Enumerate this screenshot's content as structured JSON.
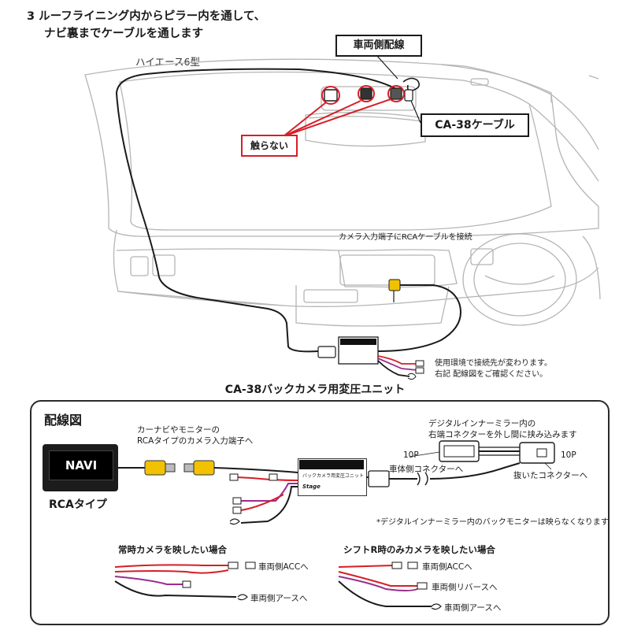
{
  "step": {
    "line1": "3 ルーフライニング内からピラー内を通して、",
    "line2": "ナビ裏までケーブルを通します"
  },
  "car_model": "ハイエース6型",
  "callouts": {
    "vehicle_wiring": "車両側配線",
    "ca38_cable": "CA-38ケーブル",
    "do_not_touch": "触らない",
    "camera_input": "カメラ入力端子にRCAケーブルを接続",
    "note_env_1": "使用環境で接続先が変わります。",
    "note_env_2": "右記 配線図をご確認ください。"
  },
  "unit_title": "CA-38バックカメラ用変圧ユニット",
  "wiring": {
    "title": "配線図",
    "navi_screen": "NAVI",
    "rca_type": "RCAタイプ",
    "navi_note_1": "カーナビやモニターの",
    "navi_note_2": "RCAタイプのカメラ入力端子へ",
    "mirror_note_1": "デジタルインナーミラー内の",
    "mirror_note_2": "右端コネクターを外し間に挟み込みます",
    "left_10p": "10P",
    "right_10p": "10P",
    "body_connector": "車体側コネクターへ",
    "removed_connector": "抜いたコネクターへ",
    "unit_label": "バックカメラ用変圧ユニット",
    "unit_brand": "Stage",
    "footnote": "*デジタルインナーミラー内のバックモニターは映らなくなります",
    "case_always": {
      "title": "常時カメラを映したい場合",
      "acc": "車両側ACCへ",
      "ground": "車両側アースへ"
    },
    "case_reverse": {
      "title": "シフトR時のみカメラを映したい場合",
      "acc": "車両側ACCへ",
      "reverse": "車両側リバースへ",
      "ground": "車両側アースへ"
    }
  },
  "colors": {
    "red_wire": "#d61f26",
    "purple_wire": "#9b2d8f",
    "black_wire": "#1a1a1a",
    "rca_yellow": "#f2c200",
    "outline_gray": "#b5b5b5"
  }
}
